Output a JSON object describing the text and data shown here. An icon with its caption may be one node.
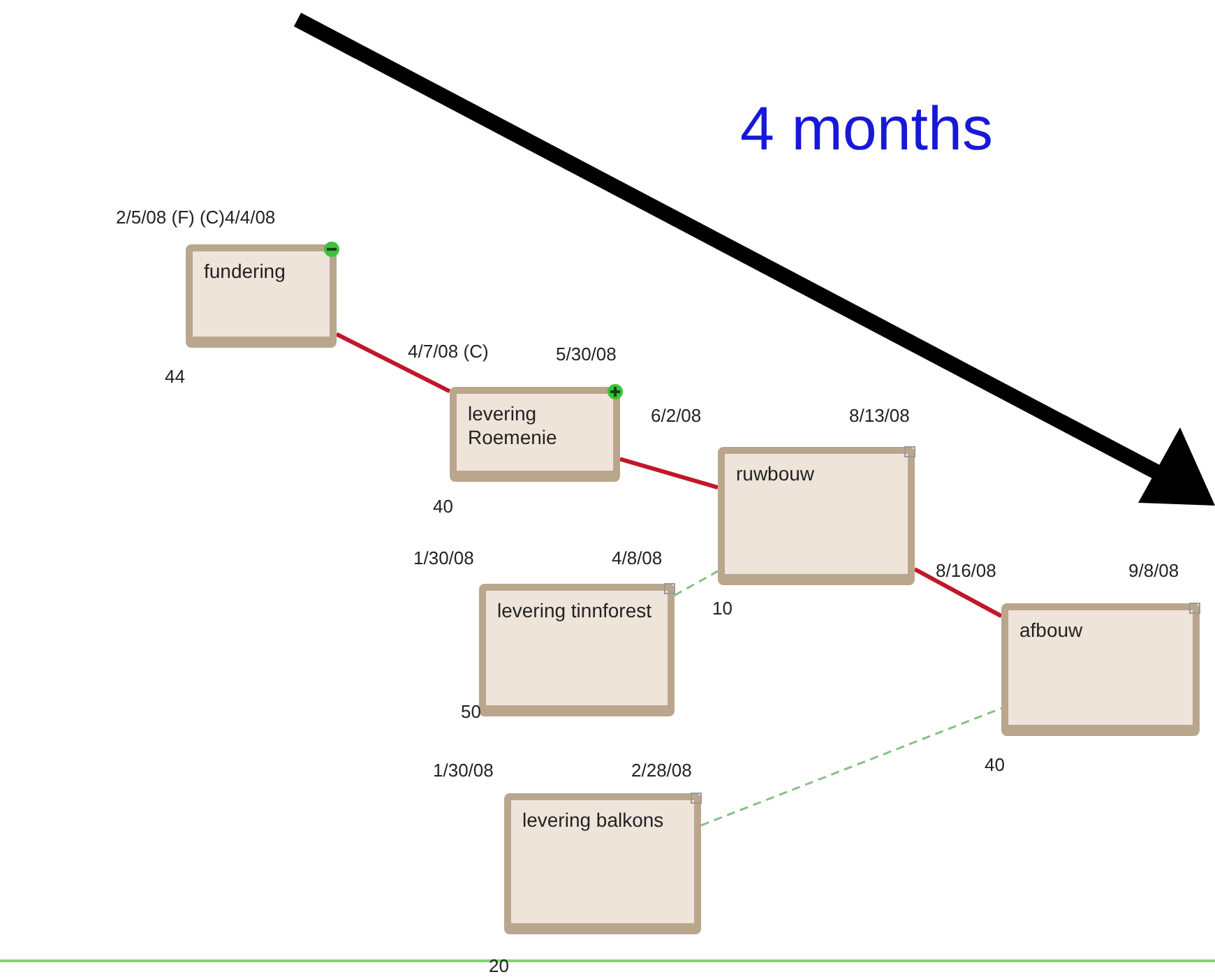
{
  "diagram": {
    "nodes": [
      {
        "text": [
          "fundering"
        ],
        "beside": [
          "2/5/08 (F) (C)4/4/08",
          "44"
        ]
      },
      {
        "text": [
          "levering Roemenie"
        ],
        "beside": [
          "4/7/08 (C)",
          "5/30/08",
          "40"
        ]
      },
      {
        "text": [
          "ruwbouw"
        ],
        "beside": [
          "6/2/08",
          "8/13/08",
          "10"
        ]
      },
      {
        "text": [
          "levering tinnforest"
        ],
        "beside": [
          "1/30/08",
          "4/8/08",
          "50"
        ]
      },
      {
        "text": [
          "afbouw"
        ],
        "beside": [
          "8/16/08",
          "9/8/08",
          "40"
        ]
      },
      {
        "text": [
          "levering balkons"
        ],
        "beside": [
          "1/30/08",
          "2/28/08",
          "20"
        ]
      }
    ],
    "edges": [
      {
        "from": 0,
        "to": 1,
        "arrow": "none"
      },
      {
        "from": 1,
        "to": 2,
        "arrow": "none"
      },
      {
        "from": 2,
        "to": 4,
        "arrow": "none"
      },
      {
        "from": 3,
        "to": 2,
        "arrow": "none",
        "style": "dashed",
        "color": "#88c088"
      },
      {
        "from": 5,
        "to": 4,
        "arrow": "none",
        "style": "dashed",
        "color": "#88c088"
      }
    ],
    "labels": [
      "4 months"
    ]
  }
}
